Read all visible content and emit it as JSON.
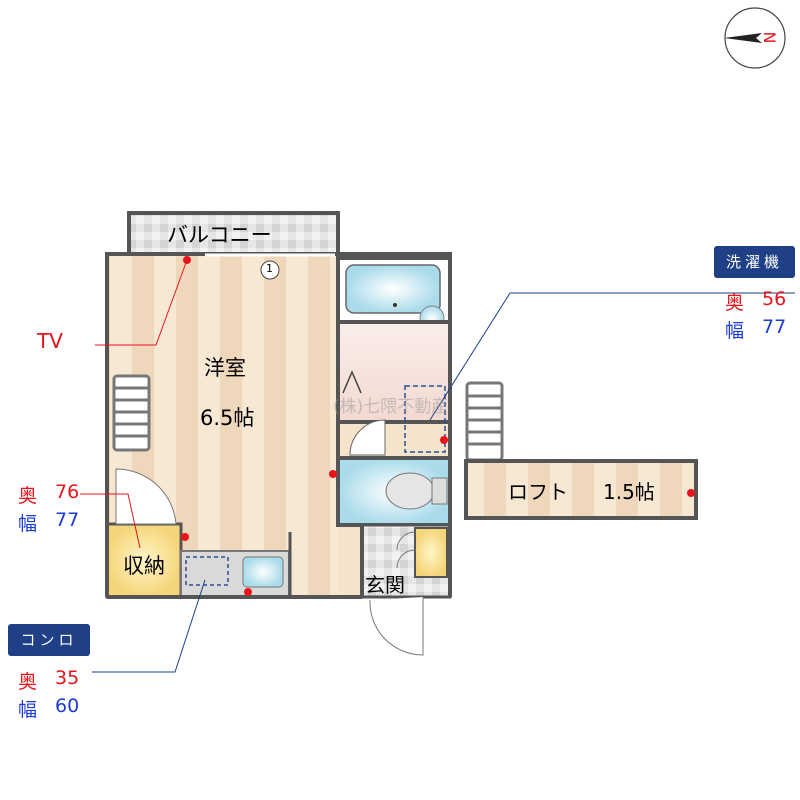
{
  "compass": {
    "label": "N"
  },
  "rooms": {
    "balcony": "バルコニー",
    "western_room": "洋室",
    "western_room_size": "6.5帖",
    "closet": "収納",
    "entrance": "玄関",
    "loft": "ロフト",
    "loft_size": "1.5帖",
    "window_marker": "1"
  },
  "watermark": "(株)七隈不動産",
  "annotations": {
    "tv": "TV",
    "washer": {
      "title": "洗濯機",
      "depth_label": "奥",
      "depth": "56",
      "width_label": "幅",
      "width": "77"
    },
    "closet_dims": {
      "depth_label": "奥",
      "depth": "76",
      "width_label": "幅",
      "width": "77"
    },
    "stove": {
      "title": "コンロ",
      "depth_label": "奥",
      "depth": "35",
      "width_label": "幅",
      "width": "60"
    }
  },
  "colors": {
    "depth": "#e8141b",
    "width": "#1c3bd6",
    "badge": "#1f3f86"
  }
}
